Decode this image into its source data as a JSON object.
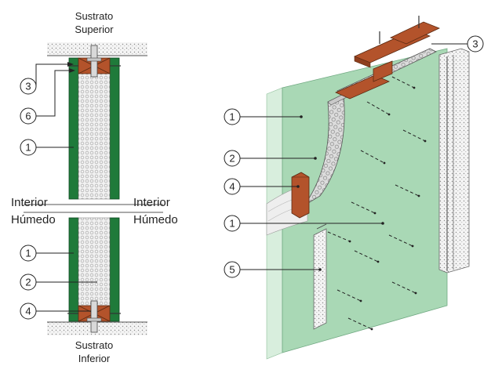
{
  "left_section": {
    "top_substrate": [
      "Sustrato",
      "Superior"
    ],
    "bottom_substrate": [
      "Sustrato",
      "Inferior"
    ],
    "interior_left": [
      "Interior",
      "Húmedo"
    ],
    "interior_right": [
      "Interior",
      "Húmedo"
    ],
    "callouts": [
      "3",
      "6",
      "1",
      "1",
      "2",
      "4"
    ]
  },
  "isometric": {
    "callouts": [
      "3",
      "1",
      "2",
      "4",
      "1",
      "5"
    ]
  },
  "colors": {
    "green_board": "#1f7a3a",
    "green_panel": "#a9d8b5",
    "wood": "#b3532b",
    "insulation": "#e6e6e6",
    "leader": "#222222"
  }
}
